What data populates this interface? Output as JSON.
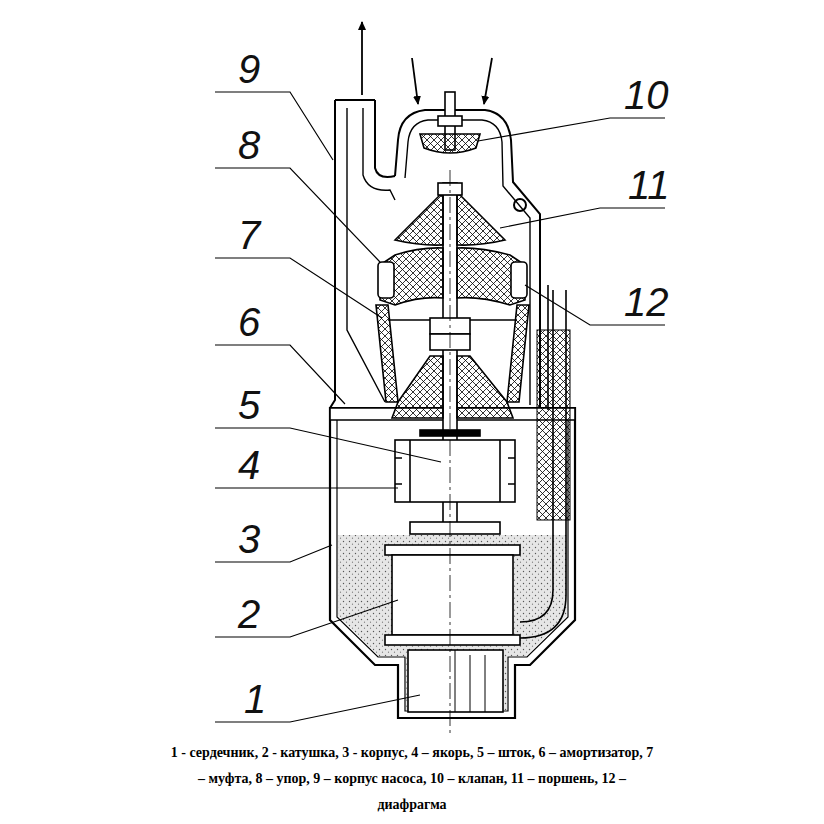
{
  "diagram": {
    "caption": "1 - сердечник, 2 - катушка, 3 - корпус, 4 – якорь, 5 – шток, 6 – амортизатор, 7 – муфта, 8 – упор, 9 – корпус насоса, 10 – клапан, 11 – поршень, 12 – диафрагма",
    "labels": [
      "9",
      "10",
      "8",
      "11",
      "7",
      "12",
      "6",
      "5",
      "4",
      "3",
      "2",
      "1"
    ]
  }
}
